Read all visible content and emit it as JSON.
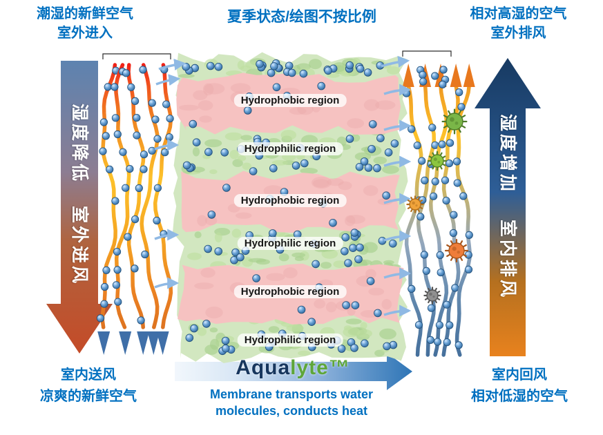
{
  "colors": {
    "label_blue": "#0070C0",
    "membrane_green": "#d2e7c0",
    "membrane_green_dark": "#a8d08d",
    "hydrophobic_pink": "#f6c2c1",
    "aqua_navy": "#17365d",
    "lyte_green": "#5ea639",
    "small_arrow_blue": "#8fb9e4",
    "dot_blue": "#2e75b6",
    "left_arrow_top": "#5d83b0",
    "left_arrow_bottom": "#c44b28",
    "right_arrow_top": "#173a62",
    "right_arrow_bottom": "#e8821e",
    "stream_red": "#f01414",
    "stream_yellow": "#fdc12a",
    "stream_blue": "#46709c"
  },
  "top": {
    "left_line1": "潮湿的新鲜空气",
    "left_line2": "室外进入",
    "center_title": "夏季状态/绘图不按比例",
    "right_line1": "相对高湿的空气",
    "right_line2": "室外排风"
  },
  "left_arrow": {
    "label1": "湿度降低",
    "label2": "室外进风"
  },
  "right_arrow": {
    "label1": "湿度增加",
    "label2": "室内排风"
  },
  "membrane": {
    "regions": [
      {
        "type": "hydrophobic",
        "label": "Hydrophobic region"
      },
      {
        "type": "hydrophilic",
        "label": "Hydrophilic region"
      },
      {
        "type": "hydrophobic",
        "label": "Hydrophobic region"
      },
      {
        "type": "hydrophilic",
        "label": "Hydrophilic region"
      },
      {
        "type": "hydrophobic",
        "label": "Hydrophobic region"
      },
      {
        "type": "hydrophilic",
        "label": "Hydrophilic region"
      }
    ]
  },
  "banner": {
    "brand_part1": "Aqua",
    "brand_part2": "lyte™",
    "caption_line1": "Membrane transports water",
    "caption_line2": "molecules, conducts heat"
  },
  "bottom": {
    "left_line1": "室内送风",
    "left_line2": "凉爽的新鲜空气",
    "right_line1": "室内回风",
    "right_line2": "相对低湿的空气"
  }
}
